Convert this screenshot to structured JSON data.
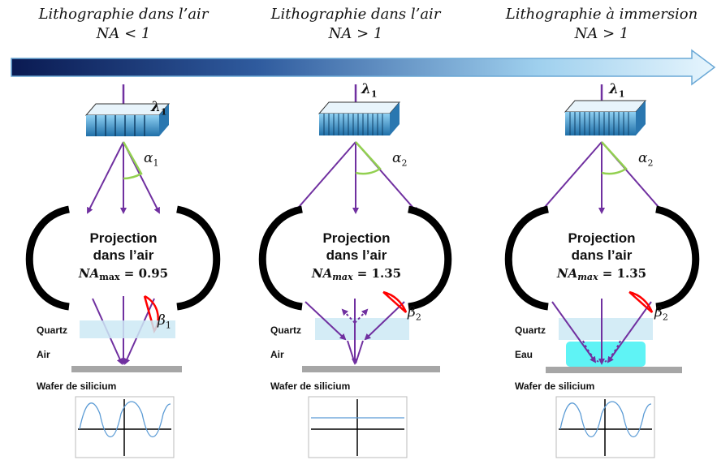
{
  "columns": [
    {
      "header_line1": "Lithographie dans l’air",
      "header_line2": "NA  <  1",
      "wavelength": "λ",
      "wavelength_sub": "1",
      "alpha": "α",
      "alpha_sub": "1",
      "beta": "β",
      "beta_sub": "1",
      "projection_line1": "Projection",
      "projection_line2": "dans l’air",
      "na_label": "NA",
      "na_sub": "max",
      "na_value": " = 0.95",
      "top_layer": "Quartz",
      "immersion_layer": "Air",
      "substrate": "Wafer de silicium"
    },
    {
      "header_line1": "Lithographie dans l’air",
      "header_line2": "NA >  1",
      "wavelength": "λ",
      "wavelength_sub": "1",
      "alpha": "α",
      "alpha_sub": "2",
      "beta": "β",
      "beta_sub": "2",
      "projection_line1": "Projection",
      "projection_line2": "dans l’air",
      "na_label": "NA",
      "na_sub": "max",
      "na_value": " = 1.35",
      "top_layer": "Quartz",
      "immersion_layer": "Air",
      "substrate": "Wafer de silicium"
    },
    {
      "header_line1": "Lithographie à immersion",
      "header_line2": "NA >  1",
      "wavelength": "λ",
      "wavelength_sub": "1",
      "alpha": "α",
      "alpha_sub": "2",
      "beta": "β",
      "beta_sub": "2",
      "projection_line1": "Projection",
      "projection_line2": "dans l’air",
      "na_label": "NA",
      "na_sub": "max",
      "na_value": " = 1.35",
      "top_layer": "Quartz",
      "immersion_layer": "Eau",
      "substrate": "Wafer de silicium"
    }
  ],
  "colors": {
    "ray": "#7030a0",
    "alpha_arc": "#92d050",
    "beta_arc": "#ff0000",
    "quartz": "#cde9f5",
    "water": "#5ff3f5",
    "wafer": "#a6a6a6",
    "mask": "#4a9fd4",
    "signal": "#5b9bd5"
  },
  "waveforms": [
    "sinusoid",
    "flat",
    "sinusoid"
  ]
}
